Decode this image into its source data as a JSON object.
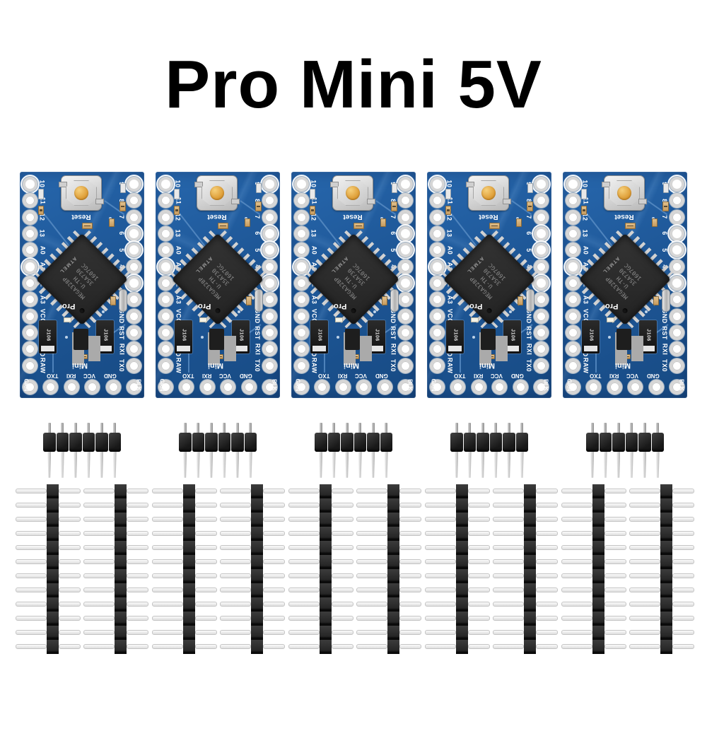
{
  "title": "Pro Mini 5V",
  "product": {
    "boards_count": 5,
    "short_headers_count": 5,
    "short_header_pins": 6,
    "long_headers_count": 10,
    "long_header_pins": 12
  },
  "board": {
    "reset_label": "Reset",
    "chip": {
      "brand": "ATMEL",
      "marking_lines": [
        "MEGA328P",
        "U-TH",
        "35A730",
        "1607GC"
      ]
    },
    "left_pin_labels": [
      "10",
      "11",
      "12",
      "13",
      "A0",
      "A1",
      "A2",
      "A3",
      "VCC",
      "RST",
      "GND",
      "RAW"
    ],
    "right_pin_labels": [
      "9",
      "8",
      "7",
      "6",
      "5",
      "4",
      "3",
      "2",
      "GND",
      "RST",
      "RXI",
      "TX0"
    ],
    "bottom_pin_labels": [
      "TXO",
      "RXI",
      "VCC",
      "GND"
    ],
    "corner_left_label": "GRN",
    "corner_right_label": "BLK",
    "silk_pro": "Pro",
    "silk_mini": "Mini",
    "regulator_label": "J106"
  },
  "colors": {
    "title_black": "#000000",
    "pcb_blue": "#1e5797",
    "pcb_blue_light": "#2767ad",
    "pcb_blue_dark": "#174a83",
    "trace_blue": "#5b8fc6",
    "silkscreen_white": "#ffffff",
    "chip_black": "#232323",
    "header_black": "#191919",
    "pin_silver": "#dedede",
    "button_gold": "#dfa03a"
  }
}
